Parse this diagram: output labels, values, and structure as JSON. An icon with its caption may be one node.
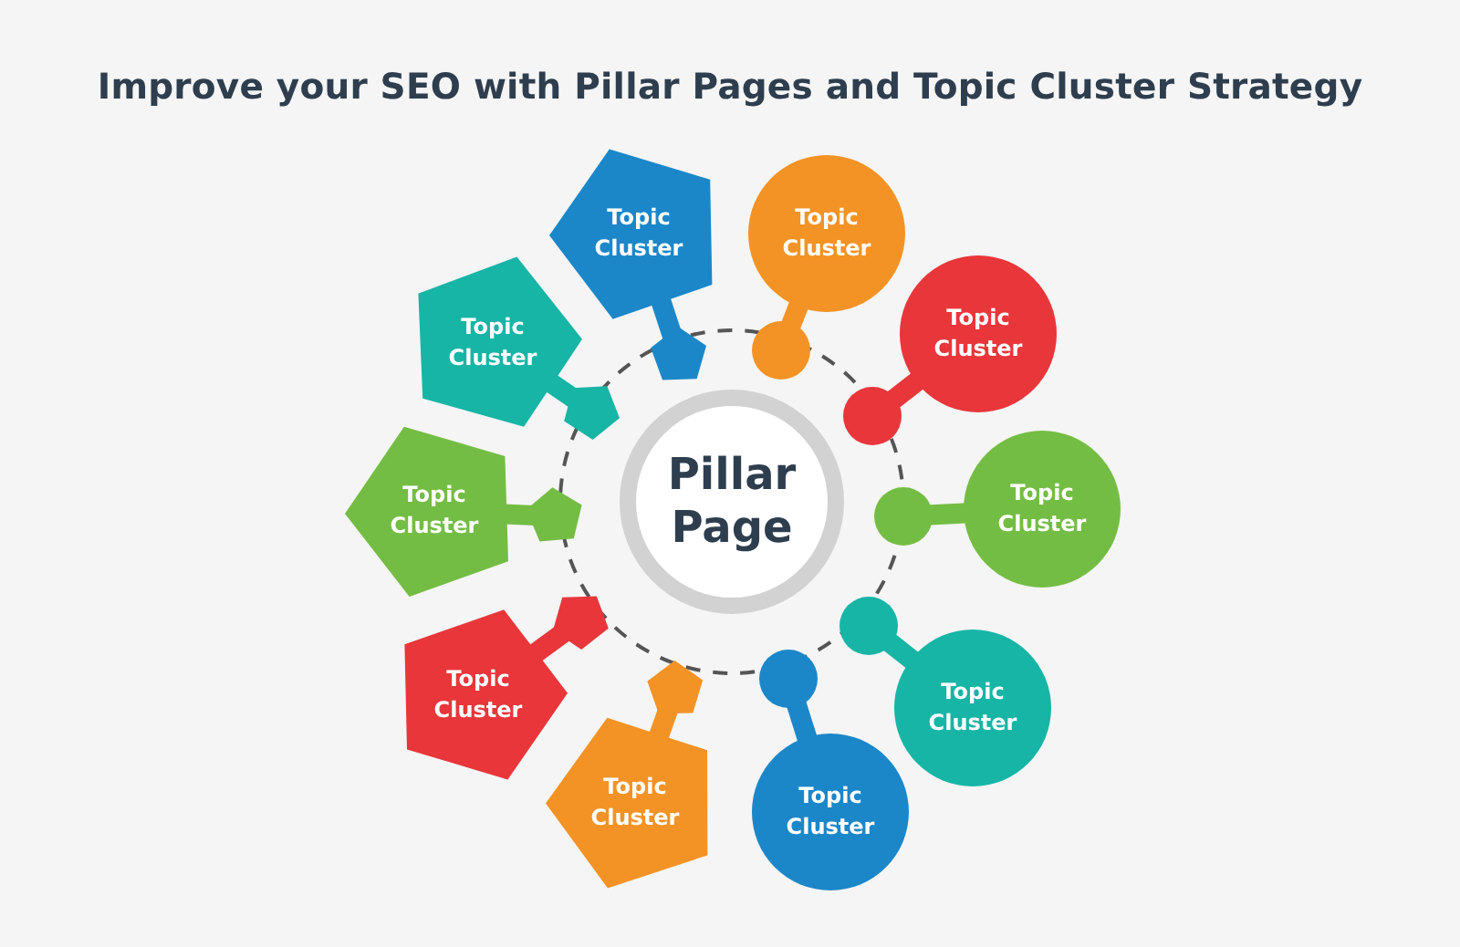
{
  "diagram": {
    "title": "Improve your SEO with Pillar Pages and Topic Cluster Strategy",
    "nodes": [
      {
        "text": [
          "Pillar Page"
        ]
      },
      {
        "text": [
          "Topic Cluster"
        ]
      },
      {
        "text": [
          "Topic Cluster"
        ]
      },
      {
        "text": [
          "Topic Cluster"
        ]
      },
      {
        "text": [
          "Topic Cluster"
        ]
      },
      {
        "text": [
          "Topic Cluster"
        ]
      },
      {
        "text": [
          "Topic Cluster"
        ]
      },
      {
        "text": [
          "Topic Cluster"
        ]
      },
      {
        "text": [
          "Topic Cluster"
        ]
      },
      {
        "text": [
          "Topic Cluster"
        ]
      },
      {
        "text": [
          "Topic Cluster"
        ]
      }
    ]
  }
}
